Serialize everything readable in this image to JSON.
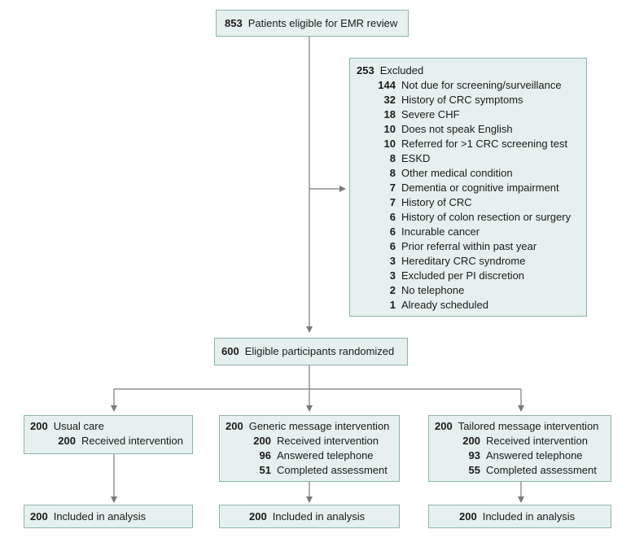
{
  "top": {
    "count": "853",
    "label": "Patients eligible for EMR review"
  },
  "excluded": {
    "count": "253",
    "label": "Excluded",
    "reasons": [
      {
        "count": "144",
        "label": "Not due for screening/surveillance"
      },
      {
        "count": "32",
        "label": "History of CRC symptoms"
      },
      {
        "count": "18",
        "label": "Severe CHF"
      },
      {
        "count": "10",
        "label": "Does not speak English"
      },
      {
        "count": "10",
        "label": "Referred for >1 CRC screening test"
      },
      {
        "count": "8",
        "label": "ESKD"
      },
      {
        "count": "8",
        "label": "Other medical condition"
      },
      {
        "count": "7",
        "label": "Dementia or cognitive impairment"
      },
      {
        "count": "7",
        "label": "History of CRC"
      },
      {
        "count": "6",
        "label": "History of colon resection or surgery"
      },
      {
        "count": "6",
        "label": "Incurable cancer"
      },
      {
        "count": "6",
        "label": "Prior referral within past year"
      },
      {
        "count": "3",
        "label": "Hereditary CRC syndrome"
      },
      {
        "count": "3",
        "label": "Excluded per PI discretion"
      },
      {
        "count": "2",
        "label": "No telephone"
      },
      {
        "count": "1",
        "label": "Already scheduled"
      }
    ]
  },
  "randomized": {
    "count": "600",
    "label": "Eligible participants randomized"
  },
  "arms": [
    {
      "header": {
        "count": "200",
        "label": "Usual care"
      },
      "details": [
        {
          "count": "200",
          "label": "Received intervention"
        }
      ],
      "analysis": {
        "count": "200",
        "label": "Included in analysis"
      }
    },
    {
      "header": {
        "count": "200",
        "label": "Generic message intervention"
      },
      "details": [
        {
          "count": "200",
          "label": "Received intervention"
        },
        {
          "count": "96",
          "label": "Answered telephone"
        },
        {
          "count": "51",
          "label": "Completed assessment"
        }
      ],
      "analysis": {
        "count": "200",
        "label": "Included in analysis"
      }
    },
    {
      "header": {
        "count": "200",
        "label": "Tailored message intervention"
      },
      "details": [
        {
          "count": "200",
          "label": "Received intervention"
        },
        {
          "count": "93",
          "label": "Answered telephone"
        },
        {
          "count": "55",
          "label": "Completed assessment"
        }
      ],
      "analysis": {
        "count": "200",
        "label": "Included in analysis"
      }
    }
  ],
  "colors": {
    "box_fill": "#e6f1ef",
    "box_border": "#8fb3ad",
    "connector": "#7a7a7a"
  }
}
